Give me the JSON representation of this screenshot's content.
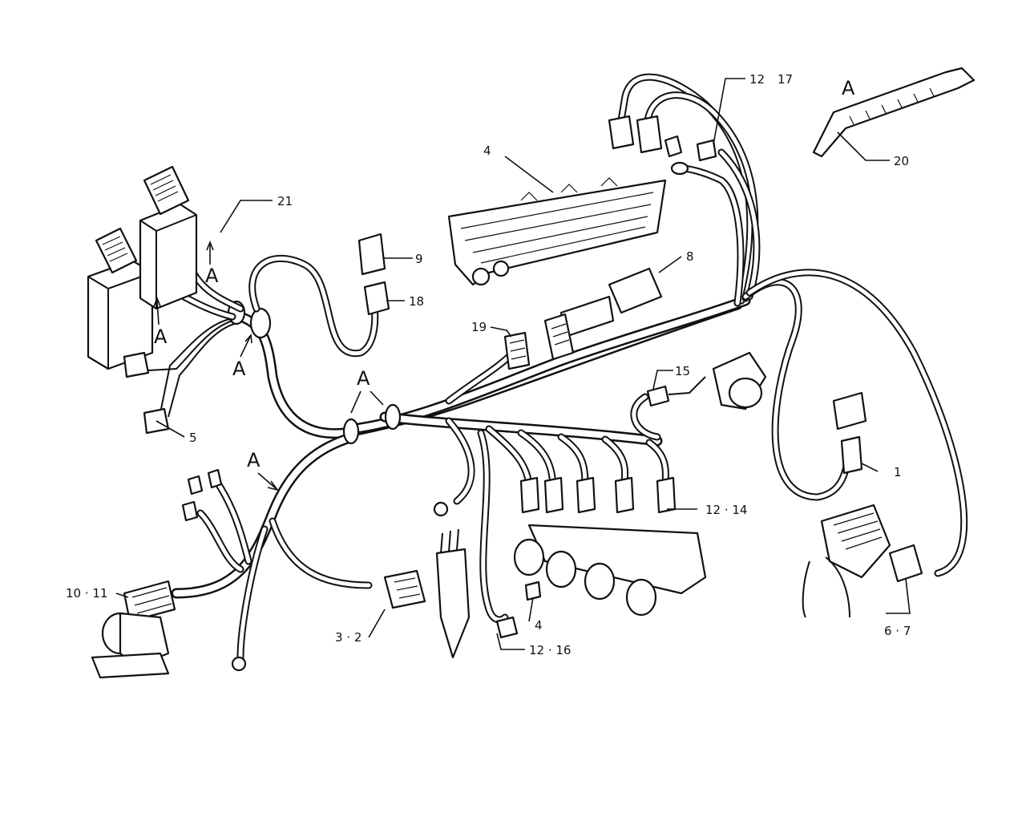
{
  "callouts": {
    "c1": "1",
    "c3_2": "3 · 2",
    "c4_head": "4",
    "c4_small": "4",
    "c5": "5",
    "c6_7": "6 · 7",
    "c8": "8",
    "c9": "9",
    "c10_11": "10 · 11",
    "c12_14": "12 · 14",
    "c12_16": "12 · 16",
    "c12": "12",
    "c17": "17",
    "c15": "15",
    "c18": "18",
    "c19": "19",
    "c20": "20",
    "c21": "21"
  },
  "arrow_markers": {
    "a1": "A",
    "a2": "A",
    "a3": "A",
    "a4": "A",
    "a5": "A",
    "a6": "A"
  },
  "colors": {
    "ink": "#111111",
    "paper": "#ffffff"
  }
}
